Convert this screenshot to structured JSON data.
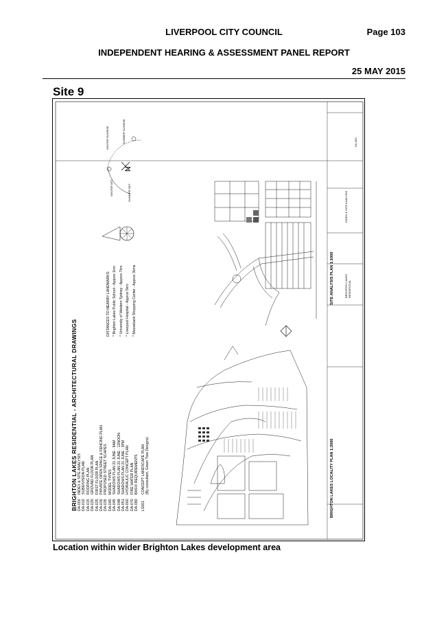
{
  "header": {
    "council": "LIVERPOOL CITY COUNCIL",
    "page": "Page 103",
    "report": "INDEPENDENT HEARING & ASSESSMENT PANEL REPORT",
    "date": "25 MAY 2015"
  },
  "site_title": "Site 9",
  "caption": "Location within wider Brighton Lakes development area",
  "drawing": {
    "title": "BRIGHTON LAKES RESIDENTIAL - ARCHITECTURAL DRAWINGS",
    "sheets": [
      {
        "code": "DA-000",
        "name": "INDEX & SITE ANALYSIS"
      },
      {
        "code": "DA-010",
        "name": "SUBDIVISION PLAN"
      },
      {
        "code": "DA-015",
        "name": "ROOFING PLAN"
      },
      {
        "code": "DA-020",
        "name": "GROUND FLOOR PLAN"
      },
      {
        "code": "DA-025",
        "name": "FIRST FLOOR PLAN"
      },
      {
        "code": "DA-030",
        "name": "PRIVATE OPEN SPACE & FENCING PLAN"
      },
      {
        "code": "DA-035",
        "name": "PROPOSED STREET SCAPES"
      },
      {
        "code": "DA-040",
        "name": "MODEL TYPES"
      },
      {
        "code": "DA-045",
        "name": "SHADOWS PLAN 21 JUNE - 9AM"
      },
      {
        "code": "DA-048",
        "name": "SHADOWS PLAN 21 JUNE - 12NOON"
      },
      {
        "code": "DA-051",
        "name": "SHADOWS PLAN 21 JUNE - 3PM"
      },
      {
        "code": "DA-060",
        "name": "HYDRAULIC CONCEPT PLAN"
      },
      {
        "code": "DA-070",
        "name": "FIRE WATER PLAN"
      },
      {
        "code": "DA-080",
        "name": "BASIX REQUIREMENTS"
      },
      {
        "code": "LS001",
        "name": "CONCEPT LANDSCAPE PLAN"
      },
      {
        "code": "",
        "name": "(By consultant, Green Tree Designs)"
      }
    ],
    "distances_title": "DISTANCES TO NEARBY LANDMARKS:",
    "distances": [
      "* Brighton Lakes Public School - Approx 1km",
      "* University of Western Sydney - Approx 7km",
      "* Liverpool Hospital - Approx 5km",
      "* Moorebank Shopping Center - Approx 3kms"
    ],
    "locality_label": "BRIGHTON LAKES LOCALITY PLAN 1:2000",
    "site_analysis_label": "SITE ANALYSIS PLAN 1:1000",
    "sun": {
      "winter_rise": "WINTER SUNRISE",
      "summer_rise": "SUMMER SUNRISE",
      "winter_set": "WINTER SET",
      "summer_set": "SUMMER SET",
      "north": "N"
    },
    "titleblock": {
      "project": "BRIGHTON LAKES RESIDENTIAL",
      "sheet_title": "INDEX & SITE ANALYSIS",
      "sheet_no": "DA-000"
    }
  }
}
